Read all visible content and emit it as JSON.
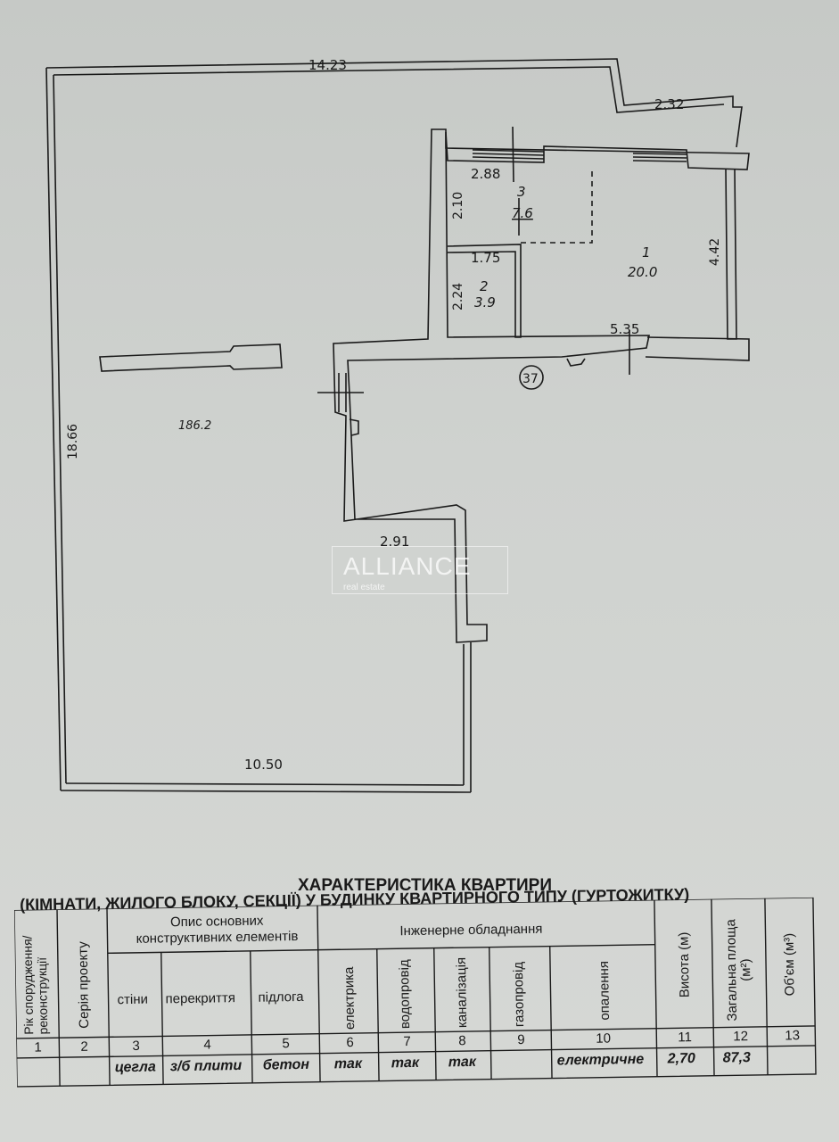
{
  "plan": {
    "dims": {
      "top": "14.23",
      "top_right": "2.32",
      "left": "18.66",
      "bottom": "10.50",
      "corridor": "2.91",
      "room3_width": "2.88",
      "room3_height": "2.10",
      "room2_width": "1.75",
      "room2_height": "2.24",
      "room1_height": "4.42",
      "room1_bottom": "5.35"
    },
    "rooms": {
      "room1_num": "1",
      "room1_area": "20.0",
      "room2_num": "2",
      "room2_area": "3.9",
      "room3_num": "3",
      "room3_area": "7.6",
      "hall_area": "186.2"
    },
    "apartment_number": "37"
  },
  "watermark": {
    "title": "ALLIANCE",
    "subtitle": "real estate"
  },
  "heading": {
    "line1": "ХАРАКТЕРИСТИКА КВАРТИРИ",
    "line2": "(КІМНАТИ, ЖИЛОГО БЛОКУ, СЕКЦІЇ) У БУДИНКУ КВАРТИРНОГО ТИПУ (ГУРТОЖИТКУ)"
  },
  "table": {
    "col_year": "Рік спорудження/ реконструкції",
    "col_series": "Серія проекту",
    "group_struct": "Опис основних конструктивних елементів",
    "col_walls": "стіни",
    "col_floors": "перекриття",
    "col_flooring": "підлога",
    "group_eng": "Інженерне обладнання",
    "col_electric": "електрика",
    "col_water": "водопровід",
    "col_sewer": "каналізація",
    "col_gas": "газопровід",
    "col_heating": "опалення",
    "col_height": "Висота (м)",
    "col_area": "Загальна площа (м²)",
    "col_volume": "Об'єм (м³)",
    "numbers": [
      "1",
      "2",
      "3",
      "4",
      "5",
      "6",
      "7",
      "8",
      "9",
      "10",
      "11",
      "12",
      "13"
    ],
    "values": {
      "walls": "цегла",
      "floors": "з/б плити",
      "flooring": "бетон",
      "electric": "так",
      "water": "так",
      "sewer": "так",
      "heating": "електричне",
      "height": "2,70",
      "area": "87,3"
    }
  }
}
